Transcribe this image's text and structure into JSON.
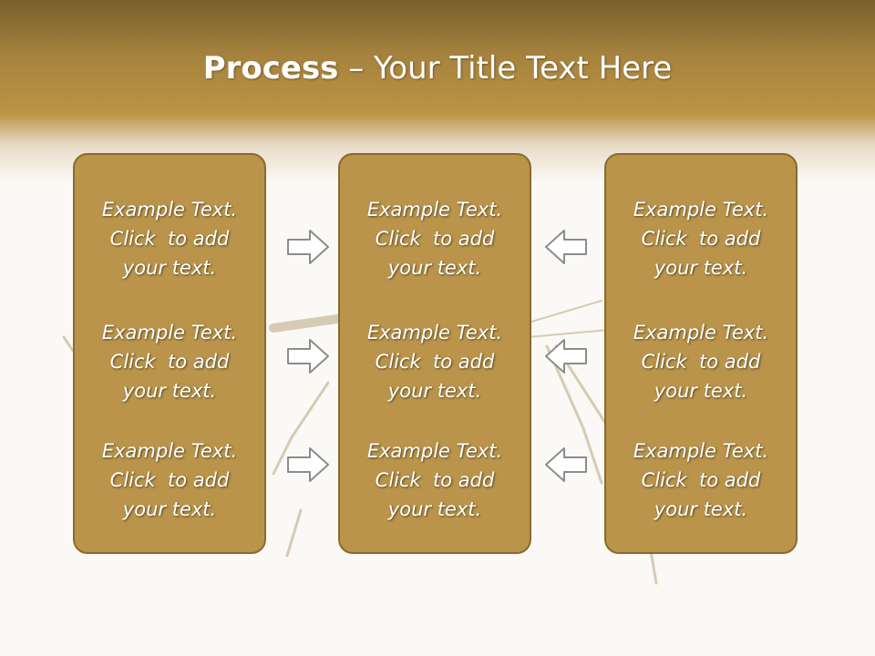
{
  "title": {
    "bold": "Process",
    "rest": " – Your Title Text Here"
  },
  "columns": [
    {
      "items": [
        "Example Text.\nClick  to add\nyour text.",
        "Example Text.\nClick  to add\nyour text.",
        "Example Text.\nClick  to add\nyour text."
      ]
    },
    {
      "items": [
        "Example Text.\nClick  to add\nyour text.",
        "Example Text.\nClick  to add\nyour text.",
        "Example Text.\nClick  to add\nyour text."
      ]
    },
    {
      "items": [
        "Example Text.\nClick  to add\nyour text.",
        "Example Text.\nClick  to add\nyour text.",
        "Example Text.\nClick  to add\nyour text."
      ]
    }
  ],
  "colors": {
    "header": "#a5823d",
    "box_fill": "#b9944a",
    "box_border": "#8a6a2e",
    "text": "#ffffff"
  },
  "icons": {
    "left_arrows": "arrow-right-icon",
    "right_arrows": "arrow-left-icon"
  }
}
